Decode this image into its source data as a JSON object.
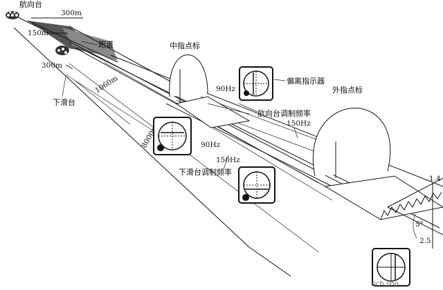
{
  "labels": {
    "localizer": "航向台",
    "runway": "跑道",
    "middle_marker": "中指点标",
    "glideslope_station": "下滑台",
    "deviation_indicator": "偏离指示器",
    "outer_marker": "外指点标",
    "localizer_modulation": "航向台调制频率",
    "glideslope_modulation": "下滑台调制频率"
  },
  "distances": {
    "d300_top": "300m",
    "d150": "150m",
    "d300_left": "300m",
    "d1060": "1060m",
    "d8000": "8000m"
  },
  "frequencies": {
    "hz90_right": "90Hz",
    "hz150_right": "150Hz",
    "hz90_left": "90Hz",
    "hz150_left": "150Hz"
  },
  "angles": {
    "a1": "1.4",
    "a2": "5°",
    "a3": "2.5"
  },
  "footer_text": "rich.sho"
}
